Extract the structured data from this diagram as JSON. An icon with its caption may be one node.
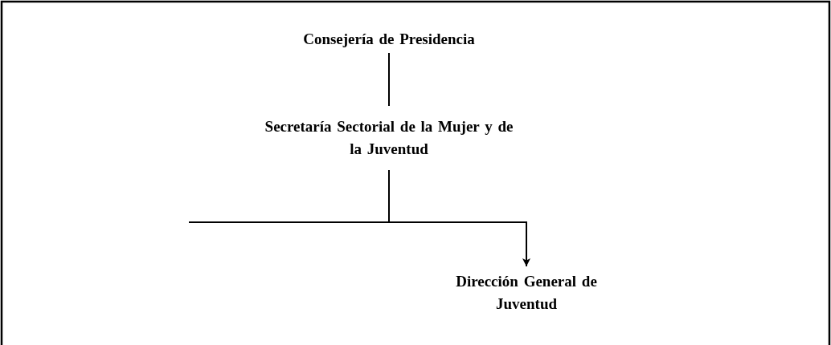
{
  "diagram": {
    "nodes": [
      {
        "text": [
          "Consejería de Presidencia"
        ]
      },
      {
        "text": [
          "Secretaría Sectorial de la Mujer y de la Juventud"
        ]
      },
      {
        "text": [
          "Dirección General de Juventud"
        ]
      }
    ],
    "edges": [
      {
        "from": 0,
        "to": 1,
        "arrow": "none"
      },
      {
        "from": 1,
        "to": 2,
        "arrow": "to"
      },
      {
        "from": 1,
        "to": null,
        "arrow": "none"
      }
    ]
  }
}
